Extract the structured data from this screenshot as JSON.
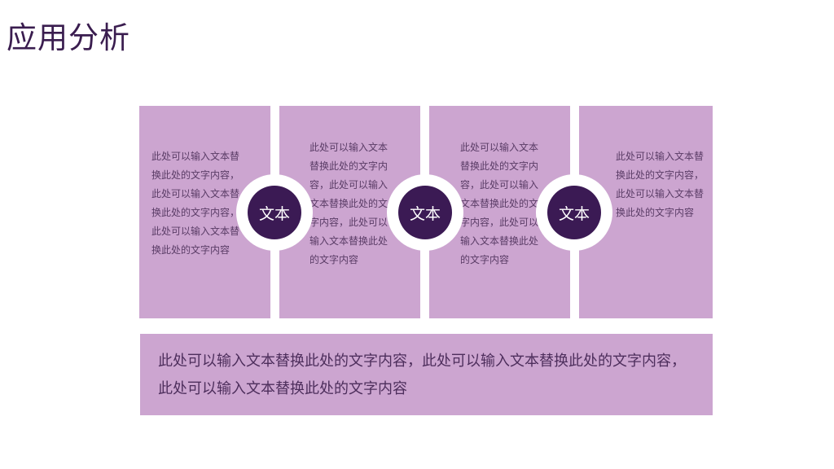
{
  "title": "应用分析",
  "panels": [
    {
      "text": "此处可以输入文本替换此处的文字内容，此处可以输入文本替换此处的文字内容，此处可以输入文本替换此处的文字内容"
    },
    {
      "text": "此处可以输入文本替换此处的文字内容，此处可以输入文本替换此处的文字内容，此处可以输入文本替换此处的文字内容"
    },
    {
      "text": "此处可以输入文本替换此处的文字内容，此处可以输入文本替换此处的文字内容，此处可以输入文本替换此处的文字内容"
    },
    {
      "text": "此处可以输入文本替换此处的文字内容，此处可以输入文本替换此处的文字内容"
    }
  ],
  "circles": [
    {
      "label": "文本"
    },
    {
      "label": "文本"
    },
    {
      "label": "文本"
    }
  ],
  "bottom": {
    "text": "此处可以输入文本替换此处的文字内容，此处可以输入文本替换此处的文字内容，此处可以输入文本替换此处的文字内容"
  },
  "colors": {
    "panel": "#cca5d0",
    "circle": "#3b1a54",
    "title": "#3a1d4f"
  }
}
